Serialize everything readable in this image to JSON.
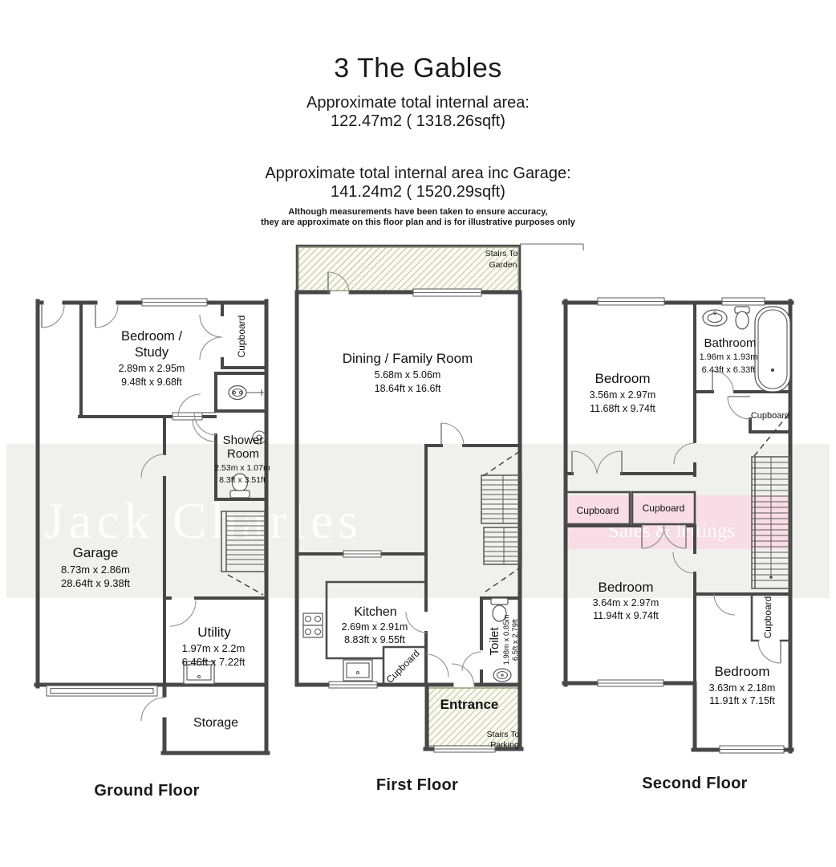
{
  "header": {
    "title": "3 The Gables",
    "area_label": "Approximate total internal area:",
    "area_value": "122.47m2 ( 1318.26sqft)",
    "area_inc_garage_label": "Approximate total internal area inc Garage:",
    "area_inc_garage_value": "141.24m2 ( 1520.29sqft)",
    "disclaimer_line1": "Although measurements have been taken to ensure accuracy,",
    "disclaimer_line2": "they are approximate on this floor plan and is for illustrative purposes only"
  },
  "watermark": {
    "brand": "Jack Charles",
    "banner": "Sales & lettings",
    "gray_band_color": "#f0f0ee",
    "pink_band_color": "#f8dce6",
    "hatch_color": "#9aa779"
  },
  "floors": {
    "ground": {
      "label": "Ground Floor",
      "rooms": {
        "bedroom_study": {
          "name_line1": "Bedroom /",
          "name_line2": "Study",
          "dim_m": "2.89m x 2.95m",
          "dim_ft": "9.48ft x 9.68ft"
        },
        "cupboard": {
          "name": "Cupboard"
        },
        "shower_room": {
          "name_line1": "Shower",
          "name_line2": "Room",
          "dim_m": "2.53m x 1.07m",
          "dim_ft": "8.3ft x 3.51ft"
        },
        "garage": {
          "name": "Garage",
          "dim_m": "8.73m x 2.86m",
          "dim_ft": "28.64ft x 9.38ft"
        },
        "utility": {
          "name": "Utility",
          "dim_m": "1.97m x 2.2m",
          "dim_ft": "6.46ft x 7.22ft"
        },
        "storage": {
          "name": "Storage"
        }
      }
    },
    "first": {
      "label": "First Floor",
      "rooms": {
        "dining": {
          "name": "Dining / Family Room",
          "dim_m": "5.68m x 5.06m",
          "dim_ft": "18.64ft x 16.6ft"
        },
        "kitchen": {
          "name": "Kitchen",
          "dim_m": "2.69m x 2.91m",
          "dim_ft": "8.83ft x 9.55ft"
        },
        "cupboard": {
          "name": "Cupboard"
        },
        "toilet": {
          "name": "Toilet",
          "dim_m": "1.98m x 0.85m",
          "dim_ft": "6.5ft x 2.79ft"
        },
        "entrance": {
          "name": "Entrance"
        },
        "stairs_to_garden": {
          "line1": "Stairs To",
          "line2": "Garden"
        },
        "stairs_to_parking": {
          "line1": "Stairs To",
          "line2": "Parking"
        }
      }
    },
    "second": {
      "label": "Second Floor",
      "rooms": {
        "bedroom1": {
          "name": "Bedroom",
          "dim_m": "3.56m x 2.97m",
          "dim_ft": "11.68ft x 9.74ft"
        },
        "bathroom": {
          "name": "Bathroom",
          "dim_m": "1.96m x 1.93m",
          "dim_ft": "6.43ft x 6.33ft"
        },
        "cupboard_top": {
          "name": "Cupboard"
        },
        "cupboard_mid_left": {
          "name": "Cupboard"
        },
        "cupboard_mid_right": {
          "name": "Cupboard"
        },
        "bedroom2": {
          "name": "Bedroom",
          "dim_m": "3.64m x 2.97m",
          "dim_ft": "11.94ft x 9.74ft"
        },
        "bedroom3": {
          "name": "Bedroom",
          "dim_m": "3.63m x 2.18m",
          "dim_ft": "11.91ft x 7.15ft"
        },
        "cupboard_right": {
          "name": "Cupboard"
        }
      }
    }
  }
}
